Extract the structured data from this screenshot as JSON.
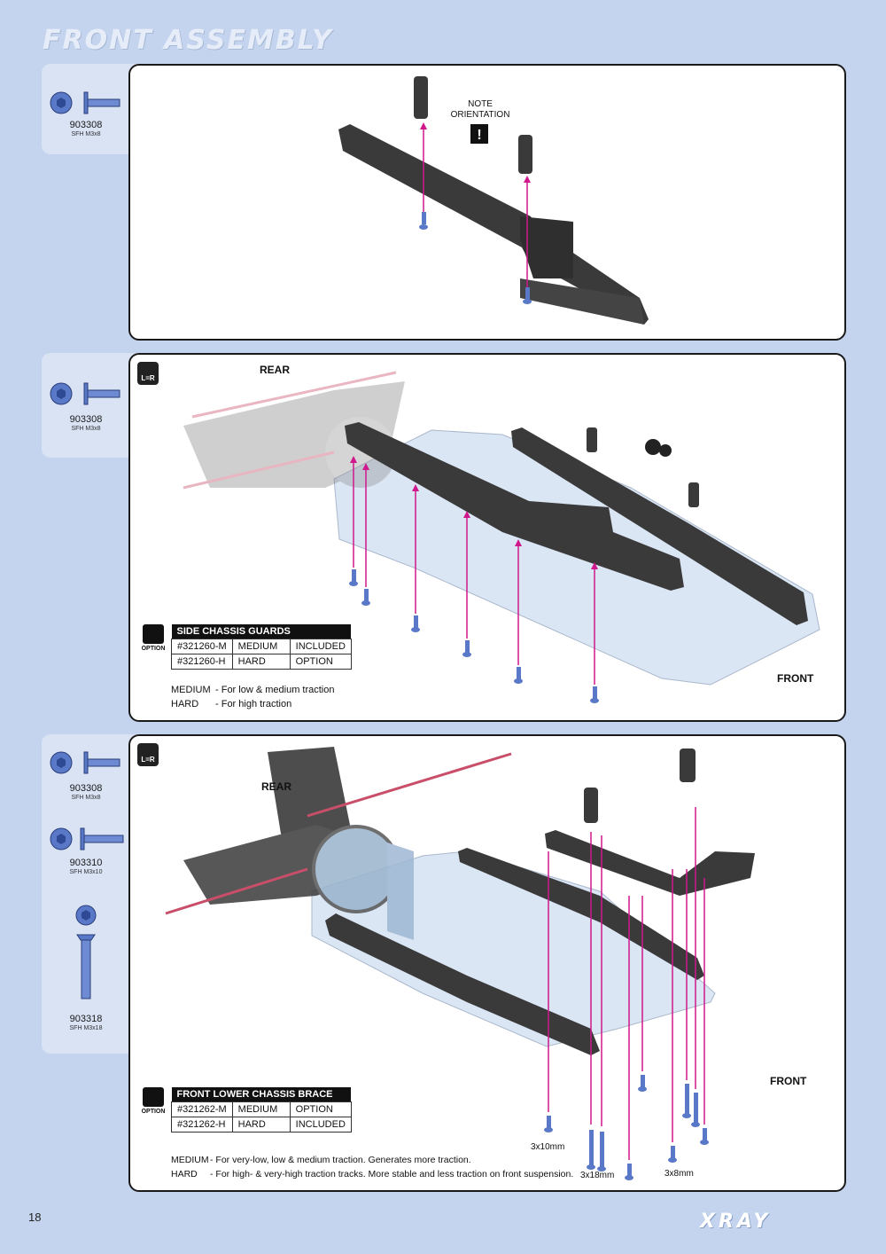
{
  "page": {
    "title": "FRONT ASSEMBLY",
    "number": "18",
    "brand": "XRAY"
  },
  "step1": {
    "parts": [
      {
        "code": "903308",
        "desc": "SFH M3x8"
      }
    ],
    "note_line1": "NOTE",
    "note_line2": "ORIENTATION"
  },
  "step2": {
    "parts": [
      {
        "code": "903308",
        "desc": "SFH M3x8"
      }
    ],
    "lr_label": "L=R",
    "rear_label": "REAR",
    "front_label": "FRONT",
    "option_label": "OPTION",
    "table": {
      "title": "SIDE CHASSIS GUARDS",
      "rows": [
        {
          "part": "#321260-M",
          "type": "MEDIUM",
          "status": "INCLUDED"
        },
        {
          "part": "#321260-H",
          "type": "HARD",
          "status": "OPTION"
        }
      ]
    },
    "notes": [
      {
        "key": "MEDIUM",
        "text": "- For low & medium traction"
      },
      {
        "key": "HARD",
        "text": "- For high traction"
      }
    ]
  },
  "step3": {
    "parts": [
      {
        "code": "903308",
        "desc": "SFH M3x8"
      },
      {
        "code": "903310",
        "desc": "SFH M3x10"
      },
      {
        "code": "903318",
        "desc": "SFH M3x18"
      }
    ],
    "lr_label": "L=R",
    "rear_label": "REAR",
    "front_label": "FRONT",
    "option_label": "OPTION",
    "table": {
      "title": "FRONT LOWER CHASSIS BRACE",
      "rows": [
        {
          "part": "#321262-M",
          "type": "MEDIUM",
          "status": "OPTION"
        },
        {
          "part": "#321262-H",
          "type": "HARD",
          "status": "INCLUDED"
        }
      ]
    },
    "notes": [
      {
        "key": "MEDIUM",
        "text": "- For very-low, low & medium traction. Generates more traction."
      },
      {
        "key": "HARD",
        "text": "- For high- & very-high traction tracks. More stable and less traction on front suspension."
      }
    ],
    "screw_labels": [
      "3x10mm",
      "3x18mm",
      "3x8mm"
    ]
  },
  "colors": {
    "background": "#c4d4ee",
    "arrow": "#d0188c",
    "screw": "#5a78c8",
    "part": "#3a3a3a",
    "plate": "#dbe6f5"
  }
}
